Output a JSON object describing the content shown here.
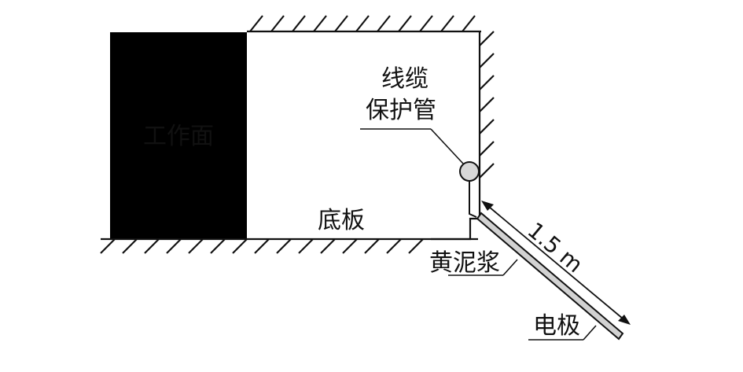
{
  "labels": {
    "working_face": "工作面",
    "cable_line1": "线缆",
    "cable_line2": "保护管",
    "floor": "底板",
    "mud": "黄泥浆",
    "distance": "1.5 m",
    "electrode": "电极"
  },
  "colors": {
    "working_face": "#000000",
    "line": "#111111",
    "electrode_fill": "#d2d2d2",
    "cable_fill": "#d8d8d8"
  }
}
